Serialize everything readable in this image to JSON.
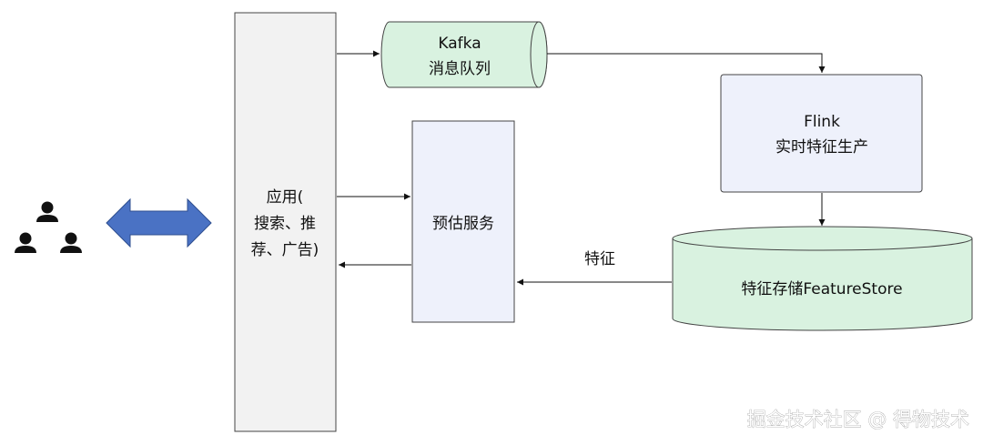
{
  "users": {
    "icon": "user-group-icon",
    "color": "#111111"
  },
  "double_arrow": {
    "color": "#4a72c4"
  },
  "app_box": {
    "line1": "应用(",
    "line2": "搜索、推",
    "line3": "荐、广告)",
    "fill": "#f2f2f2"
  },
  "kafka": {
    "line1": "Kafka",
    "line2": "消息队列",
    "fill": "#d9f2e0"
  },
  "predict": {
    "label": "预估服务",
    "fill": "#eef1fb"
  },
  "flink": {
    "line1": "Flink",
    "line2": "实时特征生产",
    "fill": "#eef1fb"
  },
  "feature_store": {
    "label": "特征存储FeatureStore",
    "fill": "#d9f2e0"
  },
  "edge_label": {
    "text": "特征"
  },
  "watermark": {
    "text": "掘金技术社区 @ 得物技术"
  }
}
